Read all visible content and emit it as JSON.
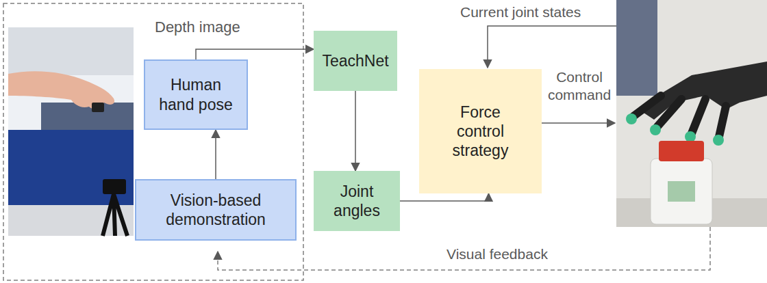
{
  "diagram": {
    "nodes": [
      {
        "text": [
          "Human hand pose"
        ]
      },
      {
        "text": [
          "Vision-based demonstration"
        ]
      },
      {
        "text": [
          "TeachNet"
        ]
      },
      {
        "text": [
          "Joint angles"
        ]
      },
      {
        "text": [
          "Force control strategy"
        ]
      }
    ],
    "edges": [
      {
        "from": 1,
        "to": 0,
        "arrow": "to"
      },
      {
        "from": 0,
        "to": 2,
        "arrow": "to"
      },
      {
        "from": 2,
        "to": 3,
        "arrow": "to"
      },
      {
        "from": 3,
        "to": 4,
        "arrow": "to"
      }
    ],
    "labels": [
      "Depth image",
      "Current joint states",
      "Control command",
      "Visual feedback"
    ]
  }
}
